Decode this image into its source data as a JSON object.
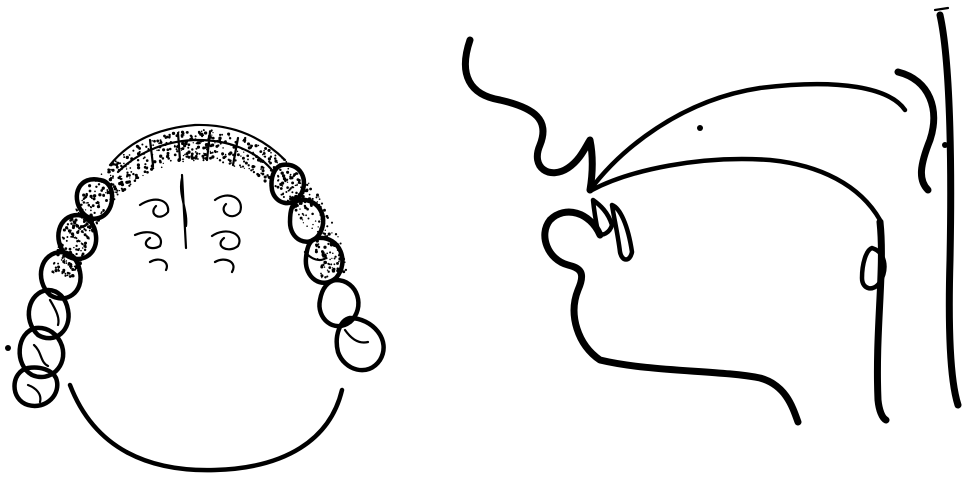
{
  "figure": {
    "panels": [
      {
        "id": "palate-view",
        "icon": "upper-dental-arch-drawing",
        "ink_color": "#000000"
      },
      {
        "id": "sagittal-view",
        "icon": "vocal-tract-midsagittal-drawing",
        "ink_color": "#000000"
      }
    ],
    "background": "#ffffff"
  }
}
